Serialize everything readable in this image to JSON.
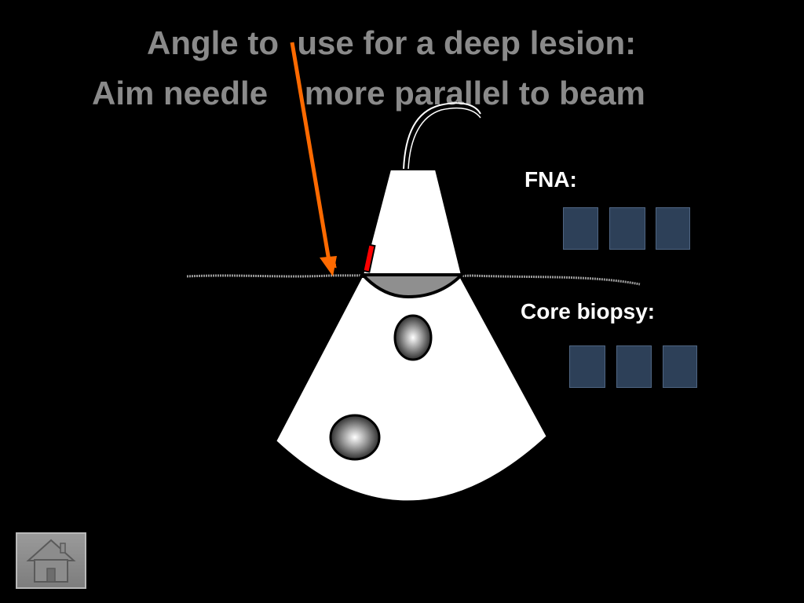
{
  "slide": {
    "title_line_1": "Angle to  use for a deep lesion:",
    "title_line_2": "Aim needle    more parallel to beam",
    "fna_label": "FNA:",
    "core_biopsy_label": "Core biopsy:",
    "fna_option_count": 3,
    "core_biopsy_option_count": 3
  },
  "colors": {
    "background": "#000000",
    "title_text": "#8a8a8a",
    "label_text": "#ffffff",
    "option_box": "#2d4058",
    "needle_arrow": "#ff6a00",
    "needle_guide": "#ff0000",
    "beam_fan": "#ffffff"
  },
  "icons": {
    "home": "home-icon",
    "needle": "needle-arrow-icon"
  }
}
